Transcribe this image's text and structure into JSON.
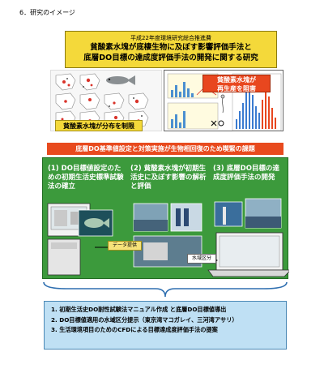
{
  "section": {
    "heading": "6．研究のイメージ"
  },
  "title": {
    "subtitle": "平成22年度環境研究総合推進費",
    "line1": "貧酸素水塊が底棲生物に及ぼす影響評価手法と",
    "line2": "底層DO目標の達成度評価手法の開発に関する研究"
  },
  "callouts": {
    "recruitment": "貧酸素水塊が\n再生産を阻害",
    "distribution": "貧酸素水塊が分布を制限"
  },
  "task_bar": "底層DO基準値設定と対策実施が生物相回復のため喫緊の課題",
  "columns": [
    {
      "heading": "(1) DO目標値設定のための初期生活史標準試験法の確立"
    },
    {
      "heading": "(2) 貧酸素水塊が初期生活史に及ぼす影響の解析と評価"
    },
    {
      "heading": "(3) 底層DO目標の達成度評価手法の開発"
    }
  ],
  "flow_labels": {
    "data_provision": "データ提供",
    "water_zoning": "水域区分"
  },
  "outcomes": [
    "1. 初期生活史DO耐性試験法マニュアル作成 と底層DO目標値導出",
    "2. DO目標値適用の水域区分提示（東京湾マコガレイ、三河湾アサリ）",
    "3. 生活環境項目のためのCFDによる目標達成度評価手法の提案"
  ],
  "colors": {
    "title_bg": "#f4d93a",
    "alert_red": "#e84a1e",
    "panel_green": "#3c9a3c",
    "outcome_bg": "#bfe0f4"
  }
}
